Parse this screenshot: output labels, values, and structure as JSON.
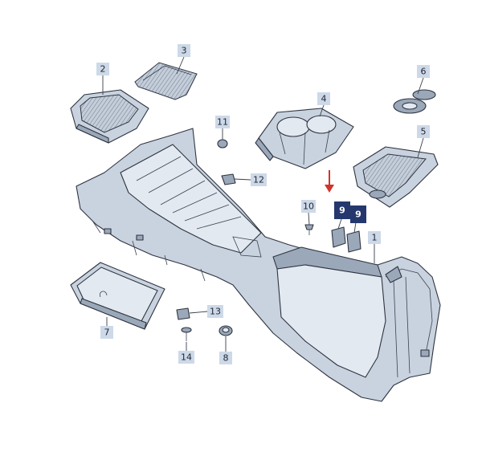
{
  "callouts": {
    "c1": "1",
    "c2": "2",
    "c3": "3",
    "c4": "4",
    "c5": "5",
    "c6": "6",
    "c7": "7",
    "c8": "8",
    "c9a": "9",
    "c9b": "9",
    "c10": "10",
    "c11": "11",
    "c12": "12",
    "c13": "13",
    "c14": "14"
  },
  "colors": {
    "callout_box": "#cdd9e8",
    "highlight_box": "#24386e",
    "highlight_text": "#ffffff",
    "part_fill": "#c9d3df",
    "arrow": "#d0342c"
  },
  "highlighted_parts": [
    "9"
  ]
}
